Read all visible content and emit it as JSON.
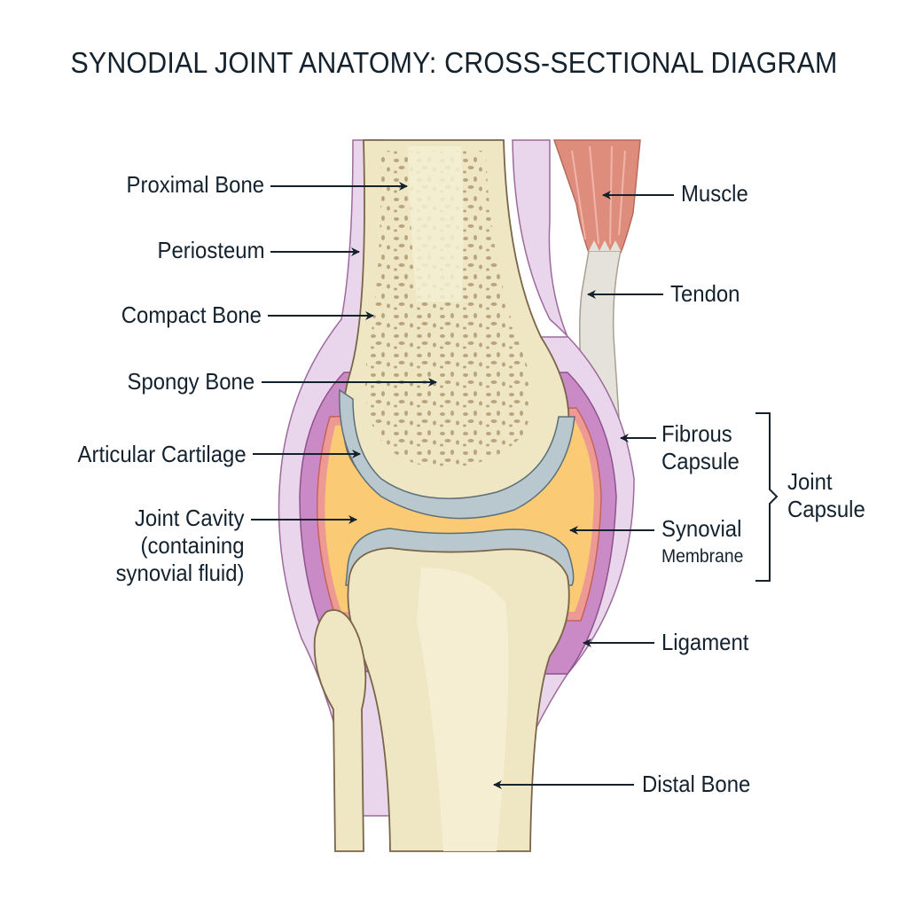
{
  "title": "SYNODIAL JOINT ANATOMY: CROSS-SECTIONAL DIAGRAM",
  "labels_left": [
    {
      "id": "proximal-bone",
      "text": "Proximal Bone"
    },
    {
      "id": "periosteum",
      "text": "Periosteum"
    },
    {
      "id": "compact-bone",
      "text": "Compact Bone"
    },
    {
      "id": "spongy-bone",
      "text": "Spongy Bone"
    },
    {
      "id": "articular-cartilage",
      "text": "Articular Cartilage"
    },
    {
      "id": "joint-cavity",
      "line1": "Joint Cavity",
      "line2": "(containing",
      "line3": "synovial fluid)"
    }
  ],
  "labels_right": [
    {
      "id": "muscle",
      "text": "Muscle"
    },
    {
      "id": "tendon",
      "text": "Tendon"
    },
    {
      "id": "fibrous-capsule",
      "line1": "Fibrous",
      "line2": "Capsule"
    },
    {
      "id": "synovial-membrane",
      "line1": "Synovial",
      "line2": "Membrane"
    },
    {
      "id": "ligament",
      "text": "Ligament"
    },
    {
      "id": "distal-bone",
      "text": "Distal Bone"
    }
  ],
  "group_label": {
    "line1": "Joint",
    "line2": "Capsule"
  },
  "colors": {
    "bone": "#efe6c4",
    "bone_shadow": "#dccca0",
    "spongy_spot": "#bba57e",
    "cartilage": "#b9c8cf",
    "synovial_fluid": "#fbca74",
    "synovial_membrane": "#ee9a94",
    "capsule": "#c98ac6",
    "ligament": "#ead6ec",
    "muscle": "#de8d7d",
    "tendon": "#e4e2da",
    "ink": "#14222e"
  }
}
